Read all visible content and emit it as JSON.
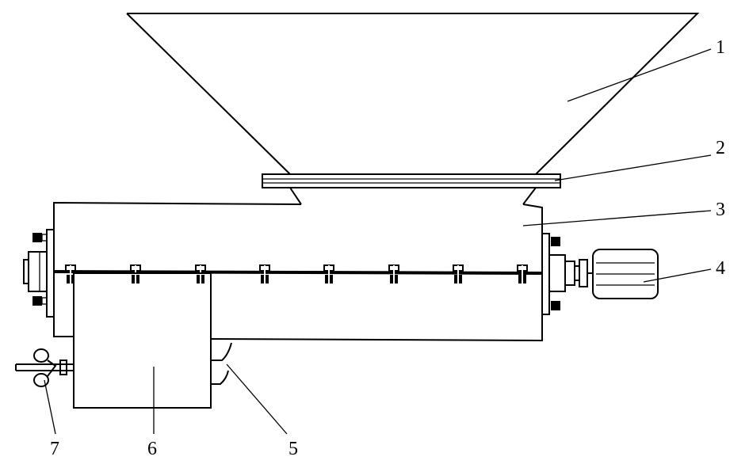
{
  "diagram": {
    "callouts": [
      {
        "label": "1"
      },
      {
        "label": "2"
      },
      {
        "label": "3"
      },
      {
        "label": "4"
      },
      {
        "label": "5"
      },
      {
        "label": "6"
      },
      {
        "label": "7"
      }
    ],
    "parts": [
      "hopper",
      "plate",
      "screw-housing",
      "motor",
      "hook",
      "collector-box",
      "valve"
    ]
  }
}
